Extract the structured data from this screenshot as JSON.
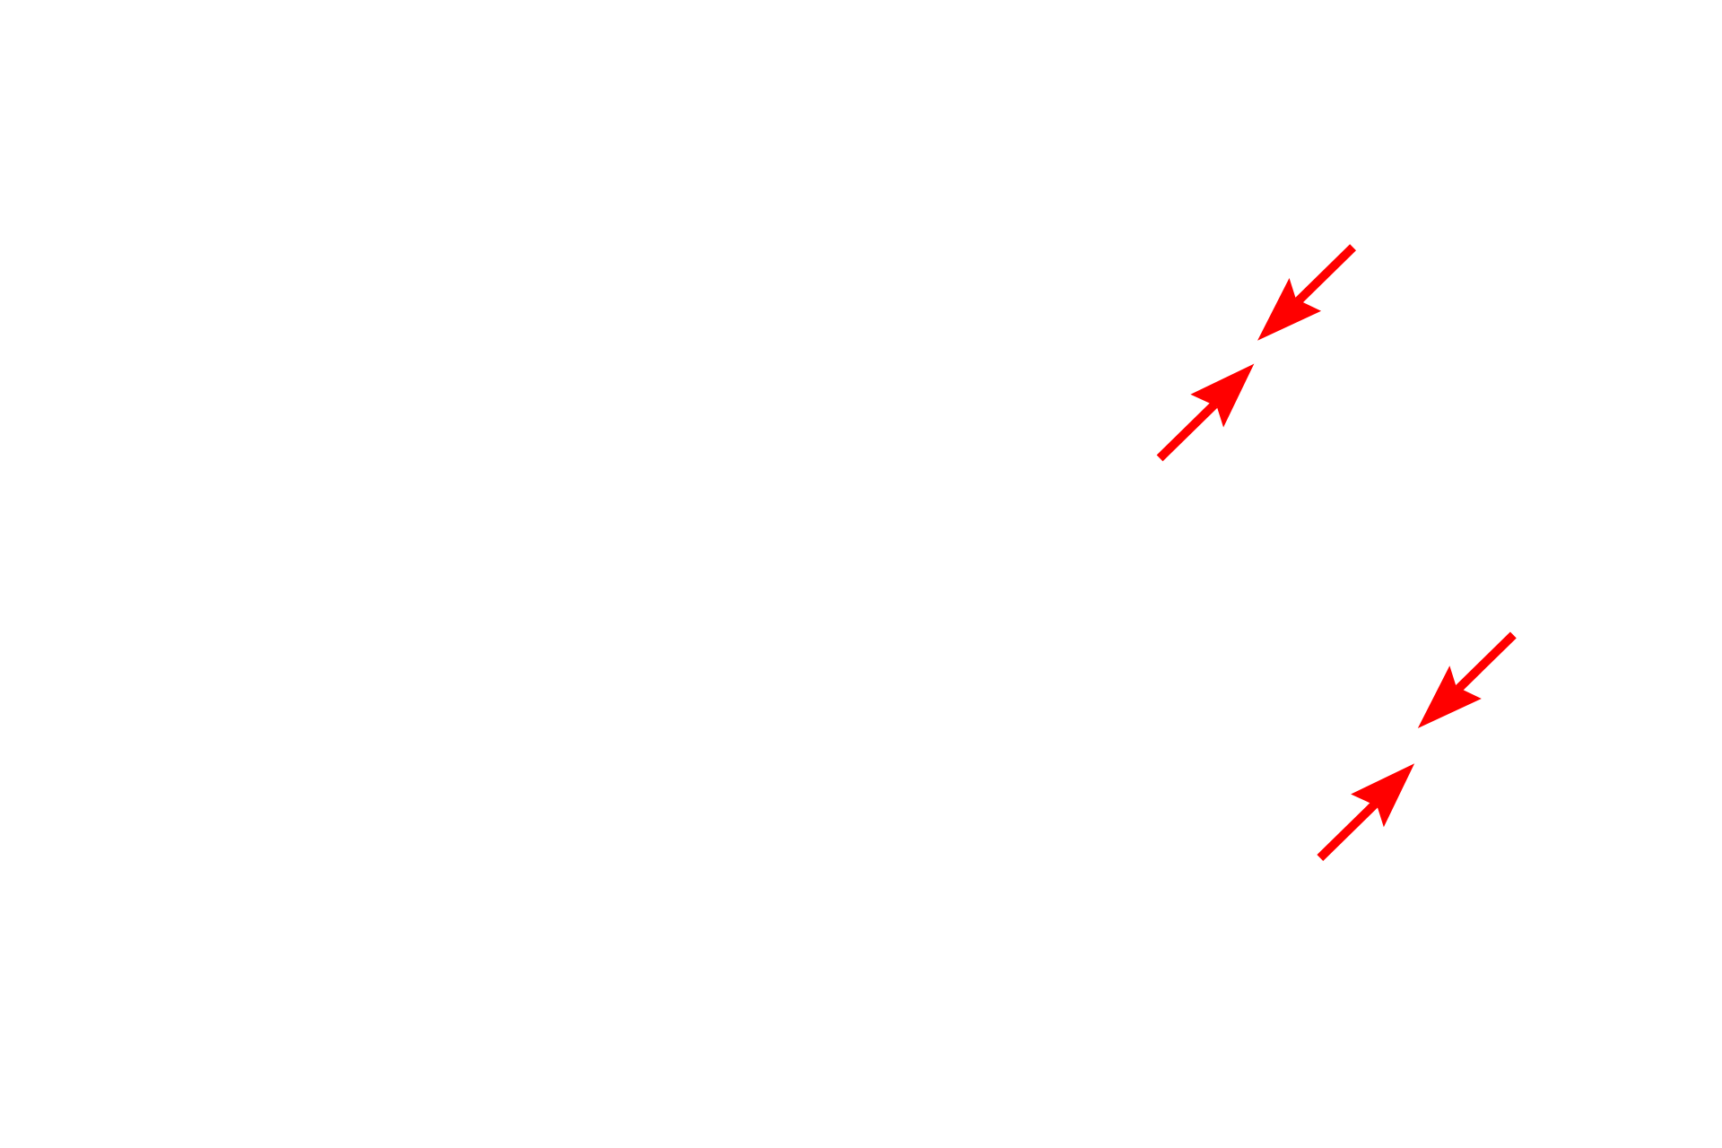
{
  "background_color": "#ffffff",
  "arrow_color": "#ff0000",
  "arrows": [
    {
      "id": "arrow-upper-down-left",
      "direction": "down-left"
    },
    {
      "id": "arrow-upper-up-right",
      "direction": "up-right"
    },
    {
      "id": "arrow-lower-down-left",
      "direction": "down-left"
    },
    {
      "id": "arrow-lower-up-right",
      "direction": "up-right"
    }
  ]
}
